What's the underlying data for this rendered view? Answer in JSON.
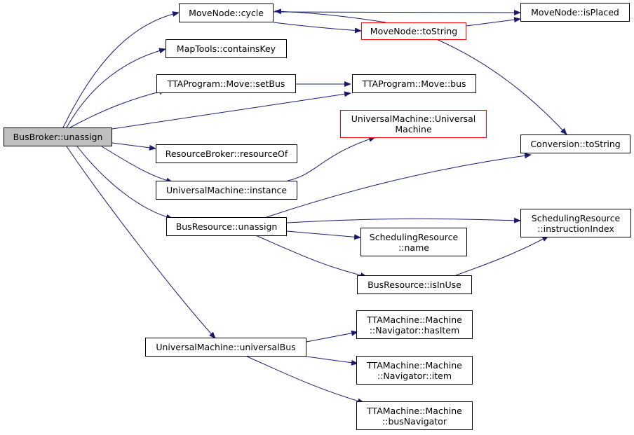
{
  "diagram": {
    "colors": {
      "edge": "#191970",
      "node_border": "#000000",
      "highlight_border": "#ff0000",
      "root_fill": "#bfbfbf"
    },
    "nodes": {
      "busbroker_unassign": {
        "lines": [
          "BusBroker::unassign"
        ]
      },
      "movenode_cycle": {
        "lines": [
          "MoveNode::cycle"
        ]
      },
      "maptools_containskey": {
        "lines": [
          "MapTools::containsKey"
        ]
      },
      "move_setbus": {
        "lines": [
          "TTAProgram::Move::setBus"
        ]
      },
      "resourcebroker_resourceof": {
        "lines": [
          "ResourceBroker::resourceOf"
        ]
      },
      "um_instance": {
        "lines": [
          "UniversalMachine::instance"
        ]
      },
      "busresource_unassign": {
        "lines": [
          "BusResource::unassign"
        ]
      },
      "um_universalbus": {
        "lines": [
          "UniversalMachine::universalBus"
        ]
      },
      "movenode_tostring": {
        "lines": [
          "MoveNode::toString"
        ]
      },
      "move_bus": {
        "lines": [
          "TTAProgram::Move::bus"
        ]
      },
      "um_constructor": {
        "lines": [
          "UniversalMachine::Universal",
          "Machine"
        ]
      },
      "sr_name": {
        "lines": [
          "SchedulingResource",
          "::name"
        ]
      },
      "busresource_isinuse": {
        "lines": [
          "BusResource::isInUse"
        ]
      },
      "nav_hasitem": {
        "lines": [
          "TTAMachine::Machine",
          "::Navigator::hasItem"
        ]
      },
      "nav_item": {
        "lines": [
          "TTAMachine::Machine",
          "::Navigator::item"
        ]
      },
      "machine_busnavigator": {
        "lines": [
          "TTAMachine::Machine",
          "::busNavigator"
        ]
      },
      "movenode_isplaced": {
        "lines": [
          "MoveNode::isPlaced"
        ]
      },
      "conversion_tostring": {
        "lines": [
          "Conversion::toString"
        ]
      },
      "sr_instructionindex": {
        "lines": [
          "SchedulingResource",
          "::instructionIndex"
        ]
      }
    }
  }
}
